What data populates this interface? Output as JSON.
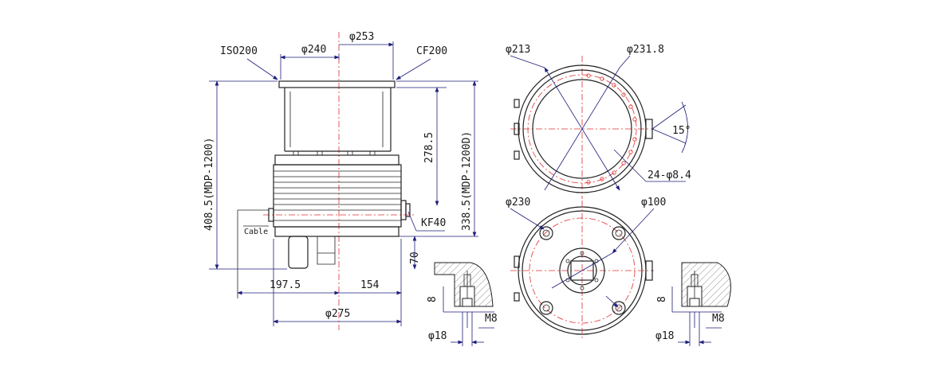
{
  "colors": {
    "line": "#222222",
    "dimension": "#1e1e7a",
    "centerline": "#e03030"
  },
  "side_view": {
    "flange_left_label": "ISO200",
    "flange_right_label": "CF200",
    "dia_inner": "φ240",
    "dia_outer": "φ253",
    "height_total": "408.5(MDP-1200)",
    "height_body": "278.5",
    "height_alt": "338.5(MDP-1200D)",
    "port_label": "KF40",
    "cable_label": "Cable",
    "bottom_height": "70",
    "left_offset": "197.5",
    "right_offset": "154",
    "base_dia": "φ275"
  },
  "top_view": {
    "dia_inner": "φ213",
    "dia_bolt_circle": "φ231.8",
    "angle": "15°",
    "holes": "24-φ8.4"
  },
  "bottom_view": {
    "dia_outer": "φ230",
    "dia_center": "φ100"
  },
  "detail_left": {
    "depth": "8",
    "thread": "M8",
    "dia": "φ18"
  },
  "detail_right": {
    "depth": "8",
    "thread": "M8",
    "dia": "φ18"
  }
}
